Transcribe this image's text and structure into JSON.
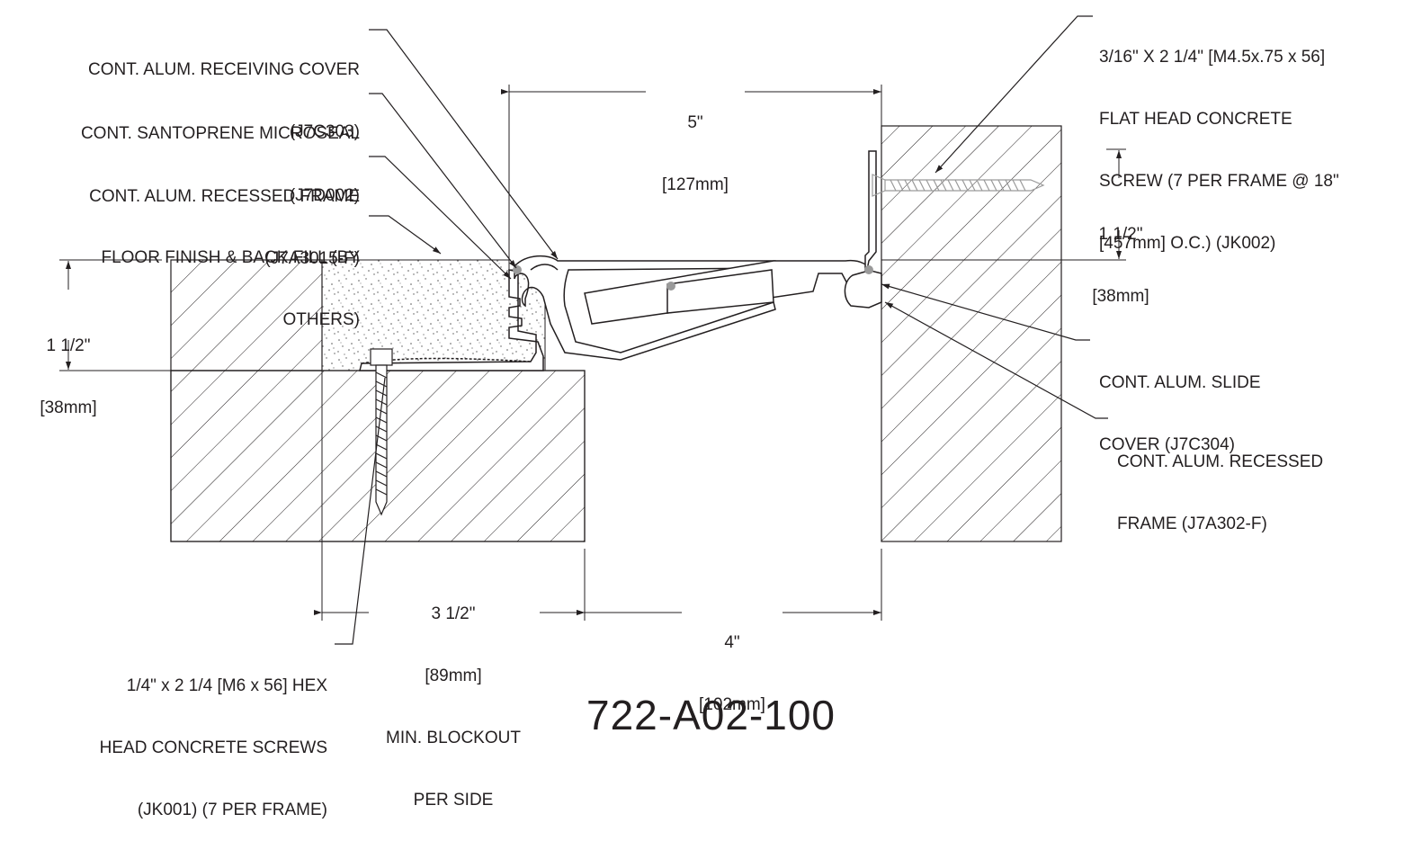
{
  "title": "722-A02-100",
  "callouts": {
    "receiving_cover": {
      "line1": "CONT. ALUM. RECEIVING COVER",
      "line2": "(J7C303)"
    },
    "microseal": {
      "line1": "CONT. SANTOPRENE MICROSEAL",
      "line2": "(J7D002)"
    },
    "recessed_frame_left": {
      "line1": "CONT. ALUM. RECESSED FRAME",
      "line2": "(J7A3015-F)"
    },
    "floor_finish": {
      "line1": "FLOOR FINISH & BACK FILL (BY",
      "line2": "OTHERS)"
    },
    "flat_head_screw": {
      "line1": "3/16\" X 2 1/4\" [M4.5x.75 x 56]",
      "line2": "FLAT HEAD CONCRETE",
      "line3": "SCREW (7 PER FRAME @ 18\"",
      "line4": "[457mm] O.C.) (JK002)"
    },
    "slide_cover": {
      "line1": "CONT. ALUM. SLIDE",
      "line2": "COVER (J7C304)"
    },
    "recessed_frame_right": {
      "line1": "CONT. ALUM. RECESSED",
      "line2": "FRAME (J7A302-F)"
    },
    "hex_screws": {
      "line1": "1/4\" x 2 1/4 [M6 x 56] HEX",
      "line2": "HEAD CONCRETE SCREWS",
      "line3": "(JK001) (7 PER FRAME)"
    }
  },
  "dimensions": {
    "top_width": {
      "imperial": "5\"",
      "metric": "[127mm]"
    },
    "left_depth": {
      "imperial": "1 1/2\"",
      "metric": "[38mm]"
    },
    "right_depth": {
      "imperial": "1 1/2\"",
      "metric": "[38mm]"
    },
    "blockout": {
      "imperial": "3 1/2\"",
      "metric": "[89mm]",
      "note1": "MIN. BLOCKOUT",
      "note2": "PER SIDE"
    },
    "joint_gap": {
      "imperial": "4\"",
      "metric": "[102mm]"
    }
  }
}
